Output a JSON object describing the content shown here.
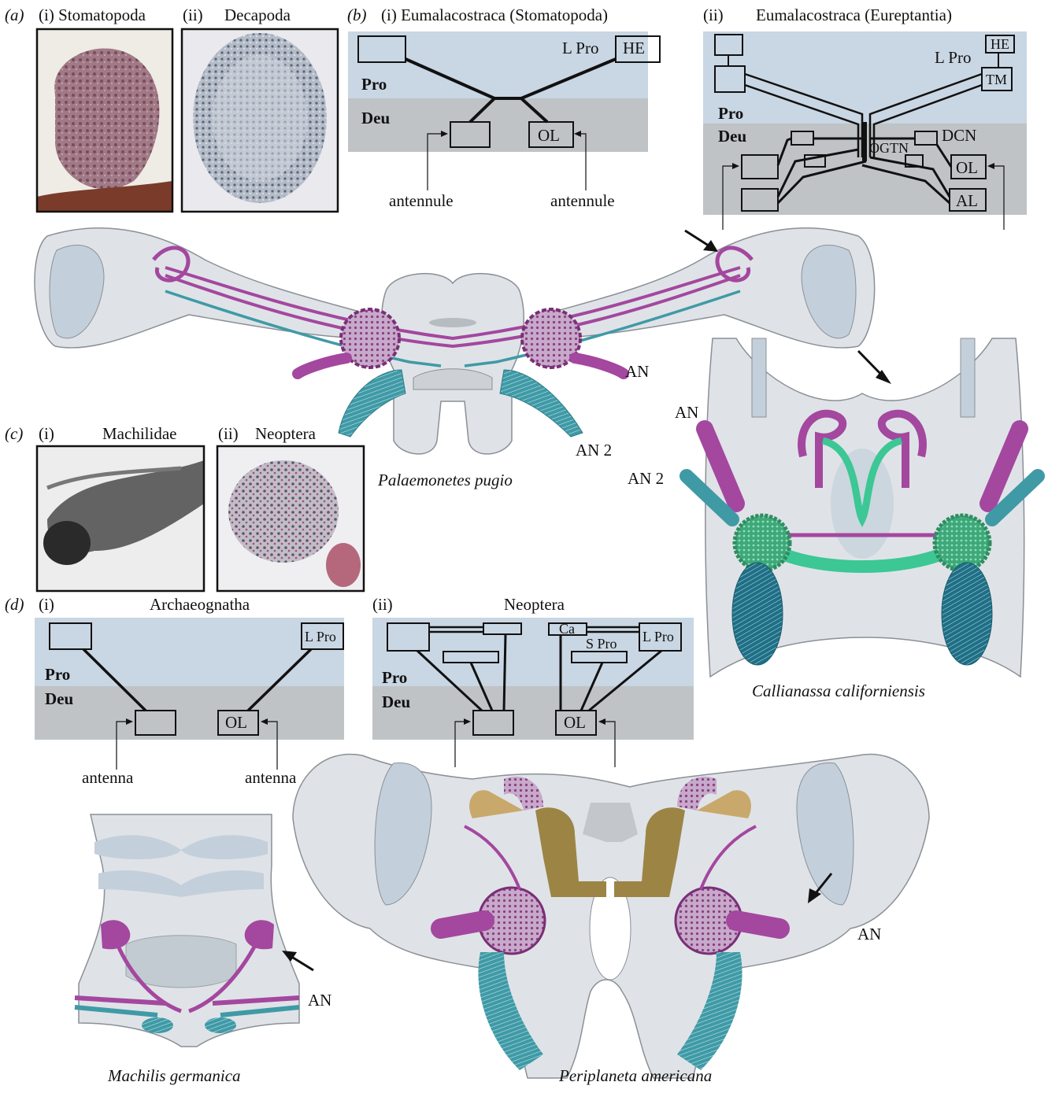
{
  "colors": {
    "pro_band": "#c9d6e3",
    "deu_band": "#bfc3c6",
    "neuropil": "#dfe3e7",
    "lobe": "#c3d0db",
    "magenta": "#a4479f",
    "teal": "#3f9aa6",
    "green": "#3cc795",
    "tan": "#c9a86b",
    "olive": "#9c8544"
  },
  "panel_a": {
    "letter": "(a)",
    "i_label": "(i) Stomatopoda",
    "ii_label": "(ii)",
    "ii_name": "Decapoda"
  },
  "panel_b": {
    "letter": "(b)",
    "i_label": "(i) Eumalacostraca (Stomatopoda)",
    "ii_num": "(ii)",
    "ii_label": "Eumalacostraca (Eureptantia)",
    "i": {
      "lpro": "L Pro",
      "he": "HE",
      "pro": "Pro",
      "deu": "Deu",
      "ol": "OL",
      "antennule_left": "antennule",
      "antennule_right": "antennule"
    },
    "ii": {
      "he": "HE",
      "lpro": "L Pro",
      "tm": "TM",
      "pro": "Pro",
      "deu": "Deu",
      "dcn": "DCN",
      "ogtn": "OGTN",
      "ol": "OL",
      "al": "AL"
    }
  },
  "panel_c": {
    "letter": "(c)",
    "i_num": "(i)",
    "i_name": "Machilidae",
    "ii_num": "(ii)",
    "ii_name": "Neoptera"
  },
  "panel_d": {
    "letter": "(d)",
    "i_num": "(i)",
    "i_name": "Archaeognatha",
    "ii_num": "(ii)",
    "ii_name": "Neoptera",
    "i": {
      "lpro": "L Pro",
      "pro": "Pro",
      "deu": "Deu",
      "ol": "OL",
      "antenna_left": "antenna",
      "antenna_right": "antenna"
    },
    "ii": {
      "ca": "Ca",
      "spro": "S Pro",
      "lpro": "L Pro",
      "pro": "Pro",
      "deu": "Deu",
      "ol": "OL"
    }
  },
  "brains": {
    "palaemonetes": {
      "species": "Palaemonetes pugio",
      "an": "AN",
      "an2": "AN 2"
    },
    "callianassa": {
      "species": "Callianassa californiensis",
      "an": "AN",
      "an2": "AN 2"
    },
    "machilis": {
      "species": "Machilis germanica",
      "an": "AN"
    },
    "periplaneta": {
      "species": "Periplaneta americana",
      "an": "AN"
    }
  }
}
